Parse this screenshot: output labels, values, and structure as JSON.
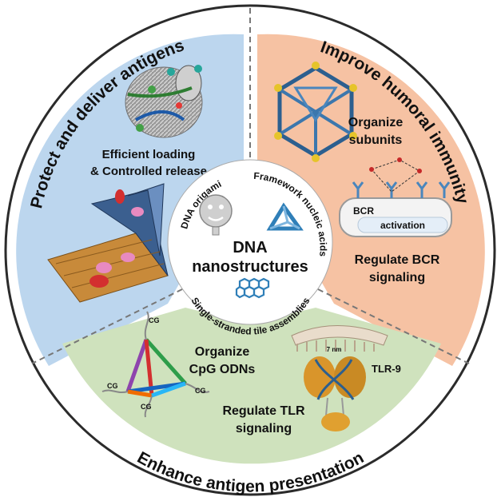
{
  "outer_ring": {
    "top_left": "Protect and deliver antigens",
    "top_right": "Improve humoral immunity",
    "bottom": "Enhance antigen presentation"
  },
  "center": {
    "title_line1": "DNA",
    "title_line2": "nanostructures",
    "origami": "DNA origami",
    "framework": "Framework nucleic acids",
    "tile": "Single-stranded tile assemblies"
  },
  "sections": {
    "protect": {
      "caption_line1": "Efficient loading",
      "caption_line2": "& Controlled release"
    },
    "humoral": {
      "organize_line1": "Organize",
      "organize_line2": "subunits",
      "bcr": "BCR",
      "activation": "activation",
      "regulate_line1": "Regulate BCR",
      "regulate_line2": "signaling"
    },
    "presentation": {
      "organize_line1": "Organize",
      "organize_line2": "CpG ODNs",
      "regulate_line1": "Regulate TLR",
      "regulate_line2": "signaling",
      "tlr": "TLR-9",
      "scale": "7 nm",
      "cg_label": "CG"
    }
  },
  "colors": {
    "blue_panel": "#bcd6ee",
    "peach_panel": "#f6c2a3",
    "green_panel": "#cfe2bd",
    "divider": "#777777"
  }
}
